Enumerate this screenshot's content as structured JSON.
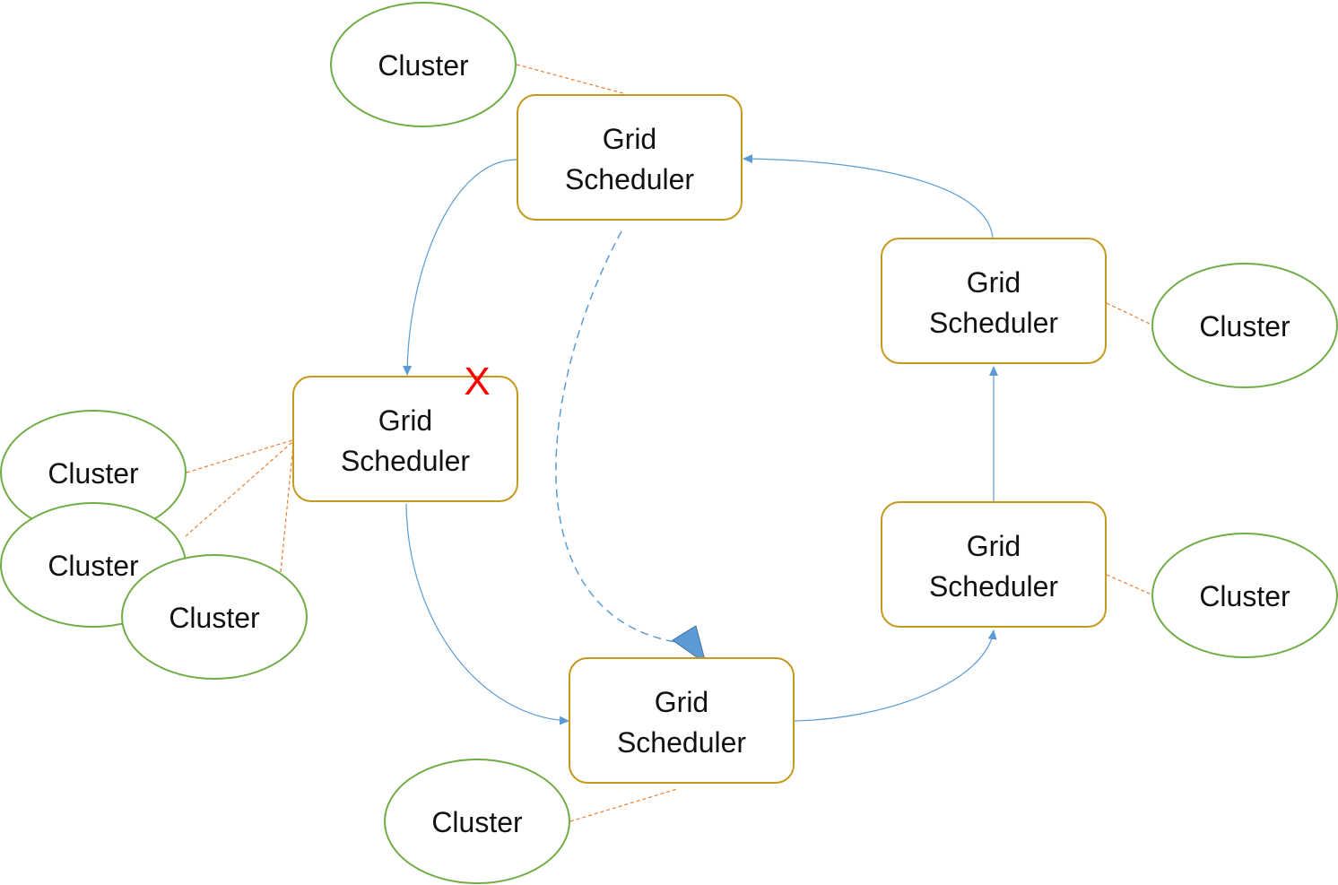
{
  "colors": {
    "scheduler_border": "#c49a1c",
    "cluster_border": "#70ad47",
    "flow_arrow": "#5b9bd5",
    "cluster_link": "#ed7d31",
    "failure_mark": "#ff0000"
  },
  "schedulers": [
    {
      "id": "gs-top",
      "line1": "Grid",
      "line2": "Scheduler"
    },
    {
      "id": "gs-left",
      "line1": "Grid",
      "line2": "Scheduler",
      "failed": true
    },
    {
      "id": "gs-bottom",
      "line1": "Grid",
      "line2": "Scheduler"
    },
    {
      "id": "gs-right-lower",
      "line1": "Grid",
      "line2": "Scheduler"
    },
    {
      "id": "gs-right-upper",
      "line1": "Grid",
      "line2": "Scheduler"
    }
  ],
  "clusters": [
    {
      "id": "cl-top",
      "label": "Cluster"
    },
    {
      "id": "cl-left-1",
      "label": "Cluster"
    },
    {
      "id": "cl-left-2",
      "label": "Cluster"
    },
    {
      "id": "cl-left-3",
      "label": "Cluster"
    },
    {
      "id": "cl-bottom",
      "label": "Cluster"
    },
    {
      "id": "cl-right-lower",
      "label": "Cluster"
    },
    {
      "id": "cl-right-upper",
      "label": "Cluster"
    }
  ],
  "failure_mark": "X"
}
